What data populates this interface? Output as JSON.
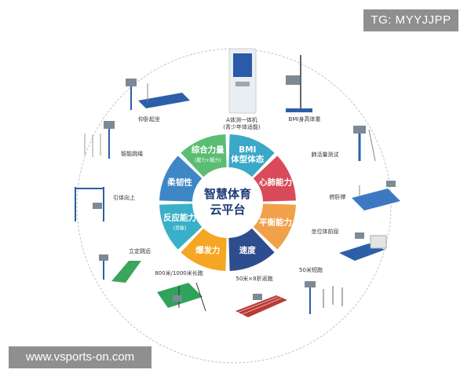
{
  "watermarks": {
    "tag": "TG: MYYJJPP",
    "url": "www.vsports-on.com"
  },
  "center": {
    "line1": "智慧体育",
    "line2": "云平台"
  },
  "segments": [
    {
      "label": "BMI\n体型体态",
      "sub": "",
      "color": "#3aa8c8"
    },
    {
      "label": "心肺能力",
      "sub": "",
      "color": "#d94b5a"
    },
    {
      "label": "平衡能力",
      "sub": "",
      "color": "#f0a14a"
    },
    {
      "label": "速度",
      "sub": "",
      "color": "#2d4d8f"
    },
    {
      "label": "爆发力",
      "sub": "",
      "color": "#f5a623"
    },
    {
      "label": "反应能力",
      "sub": "(灵敏)",
      "color": "#3ab0c8"
    },
    {
      "label": "柔韧性",
      "sub": "",
      "color": "#3f86c6"
    },
    {
      "label": "综合力量",
      "sub": "(握力+腿力)",
      "color": "#5bbd72"
    }
  ],
  "stations": [
    {
      "label": "A体测一体机",
      "sub": "(青少年体适能)"
    },
    {
      "label": "BMI身高体重",
      "sub": ""
    },
    {
      "label": "肺活量测试",
      "sub": ""
    },
    {
      "label": "俯卧撑",
      "sub": ""
    },
    {
      "label": "坐位体前屈",
      "sub": ""
    },
    {
      "label": "50米短跑",
      "sub": ""
    },
    {
      "label": "50米×8折返跑",
      "sub": ""
    },
    {
      "label": "800米/1000米长跑",
      "sub": ""
    },
    {
      "label": "立定跳远",
      "sub": ""
    },
    {
      "label": "引体向上",
      "sub": ""
    },
    {
      "label": "智能跳绳",
      "sub": ""
    },
    {
      "label": "仰卧起坐",
      "sub": ""
    }
  ]
}
